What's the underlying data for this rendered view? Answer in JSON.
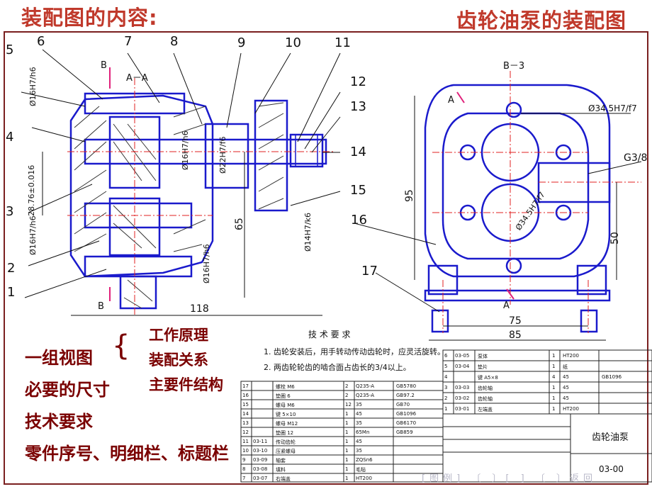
{
  "header": {
    "left_title": "装配图的内容:",
    "right_title": "齿轮油泵的装配图"
  },
  "views": {
    "left_section": "A－A",
    "right_section": "B－3",
    "mark_A": "A",
    "mark_B": "B"
  },
  "part_numbers": [
    "1",
    "2",
    "3",
    "4",
    "5",
    "6",
    "7",
    "8",
    "9",
    "10",
    "11",
    "12",
    "13",
    "14",
    "15",
    "16",
    "17"
  ],
  "dimensions": {
    "d16a": "Ø16H7/h6",
    "d16b": "Ø16H7/h6",
    "d16c": "Ø16H7/h6",
    "d16d": "Ø16H7/h6",
    "center": "28.76±0.016",
    "d22": "Ø22H7/f6",
    "d14": "Ø14H7/k6",
    "h65": "65",
    "w118": "118",
    "d34a": "Ø34.5H7/f7",
    "d34b": "Ø34.5H7/f7",
    "thread": "G3/8",
    "h95": "95",
    "h50": "50",
    "w75": "75",
    "w85": "85"
  },
  "content_list": {
    "views": "一组视图",
    "dims": "必要的尺寸",
    "tech": "技术要求",
    "parts": "零件序号、明细栏、标题栏",
    "sub_principle": "工作原理",
    "sub_assembly": "装配关系",
    "sub_structure": "主要件结构"
  },
  "tech_req": {
    "title": "技 术 要 求",
    "item1": "1. 齿轮安装后，用手转动传动齿轮时，应灵活旋转。",
    "item2": "2. 两齿轮轮齿的啮合面占齿长的3/4以上。"
  },
  "bom_right": [
    [
      "6",
      "03-05",
      "泵体",
      "1",
      "HT200",
      ""
    ],
    [
      "5",
      "03-04",
      "垫片",
      "1",
      "纸",
      ""
    ],
    [
      "4",
      "",
      "键 A5×8",
      "4",
      "45",
      "GB1096"
    ],
    [
      "3",
      "03-03",
      "齿轮轴",
      "1",
      "45",
      ""
    ],
    [
      "2",
      "03-02",
      "齿轮轴",
      "1",
      "45",
      ""
    ],
    [
      "1",
      "03-01",
      "左端盖",
      "1",
      "HT200",
      ""
    ]
  ],
  "bom_left": [
    [
      "17",
      "",
      "螺栓 M6",
      "2",
      "Q235-A",
      "GB5780"
    ],
    [
      "16",
      "",
      "垫圈 6",
      "2",
      "Q235-A",
      "GB97.2"
    ],
    [
      "15",
      "",
      "螺母 M6",
      "12",
      "35",
      "GB70"
    ],
    [
      "14",
      "",
      "键 5×10",
      "1",
      "45",
      "GB1096"
    ],
    [
      "13",
      "",
      "螺母 M12",
      "1",
      "35",
      "GB6170"
    ],
    [
      "12",
      "",
      "垫圈 12",
      "1",
      "65Mn",
      "GB859"
    ],
    [
      "11",
      "03-11",
      "传动齿轮",
      "1",
      "45",
      ""
    ],
    [
      "10",
      "03-10",
      "压紧螺母",
      "1",
      "35",
      ""
    ],
    [
      "9",
      "03-09",
      "轴套",
      "1",
      "ZQSn6",
      ""
    ],
    [
      "8",
      "03-08",
      "填料",
      "1",
      "毛毡",
      ""
    ],
    [
      "7",
      "03-07",
      "右端盖",
      "1",
      "HT200",
      ""
    ]
  ],
  "title_block": {
    "name": "齿轮油泵",
    "drawing_no": "03-00"
  },
  "bottom_nav": "[图例] 〔 〕[ ] 〔 〕返回"
}
